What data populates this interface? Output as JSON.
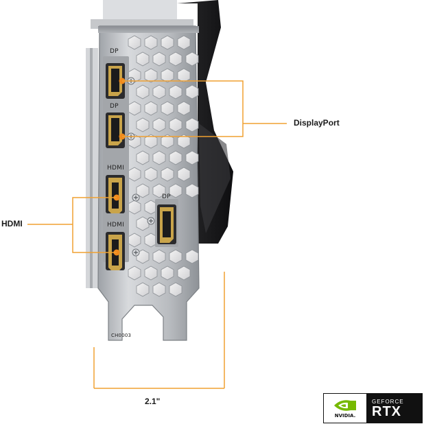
{
  "callouts": {
    "displayport": "DisplayPort",
    "hdmi": "HDMI",
    "width": "2.1\""
  },
  "bracket": {
    "port_labels": [
      "DP",
      "DP",
      "HDMI",
      "HDMI",
      "DP"
    ],
    "stamp": "CH0003"
  },
  "badge": {
    "nvidia": "NVIDIA.",
    "geforce": "GEFORCE",
    "rtx": "RTX"
  },
  "colors": {
    "callout_line": "#f0a030",
    "port_dot": "#f08a1c",
    "bracket_metal": "#bfc2c6",
    "cooler_shroud": "#1c1c1e"
  }
}
